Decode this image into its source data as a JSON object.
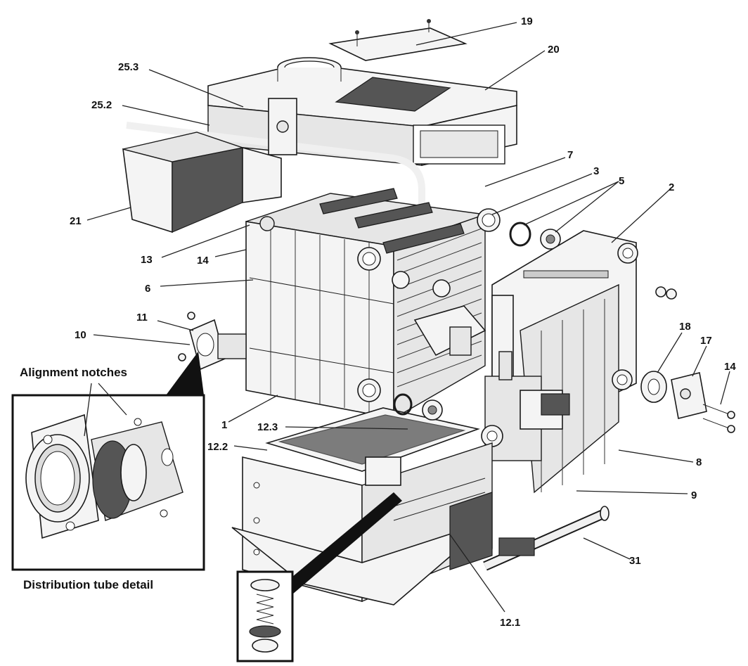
{
  "labels": {
    "l1": "1",
    "l2": "2",
    "l3": "3",
    "l5": "5",
    "l6": "6",
    "l7": "7",
    "l8": "8",
    "l9": "9",
    "l10": "10",
    "l11": "11",
    "l12_1": "12.1",
    "l12_2": "12.2",
    "l12_3": "12.3",
    "l13": "13",
    "l14a": "14",
    "l14b": "14",
    "l17": "17",
    "l18": "18",
    "l19": "19",
    "l20": "20",
    "l21": "21",
    "l25_2": "25.2",
    "l25_3": "25.3",
    "l31": "31"
  },
  "captions": {
    "alignment": "Alignment notches",
    "distribution": "Distribution tube detail"
  }
}
